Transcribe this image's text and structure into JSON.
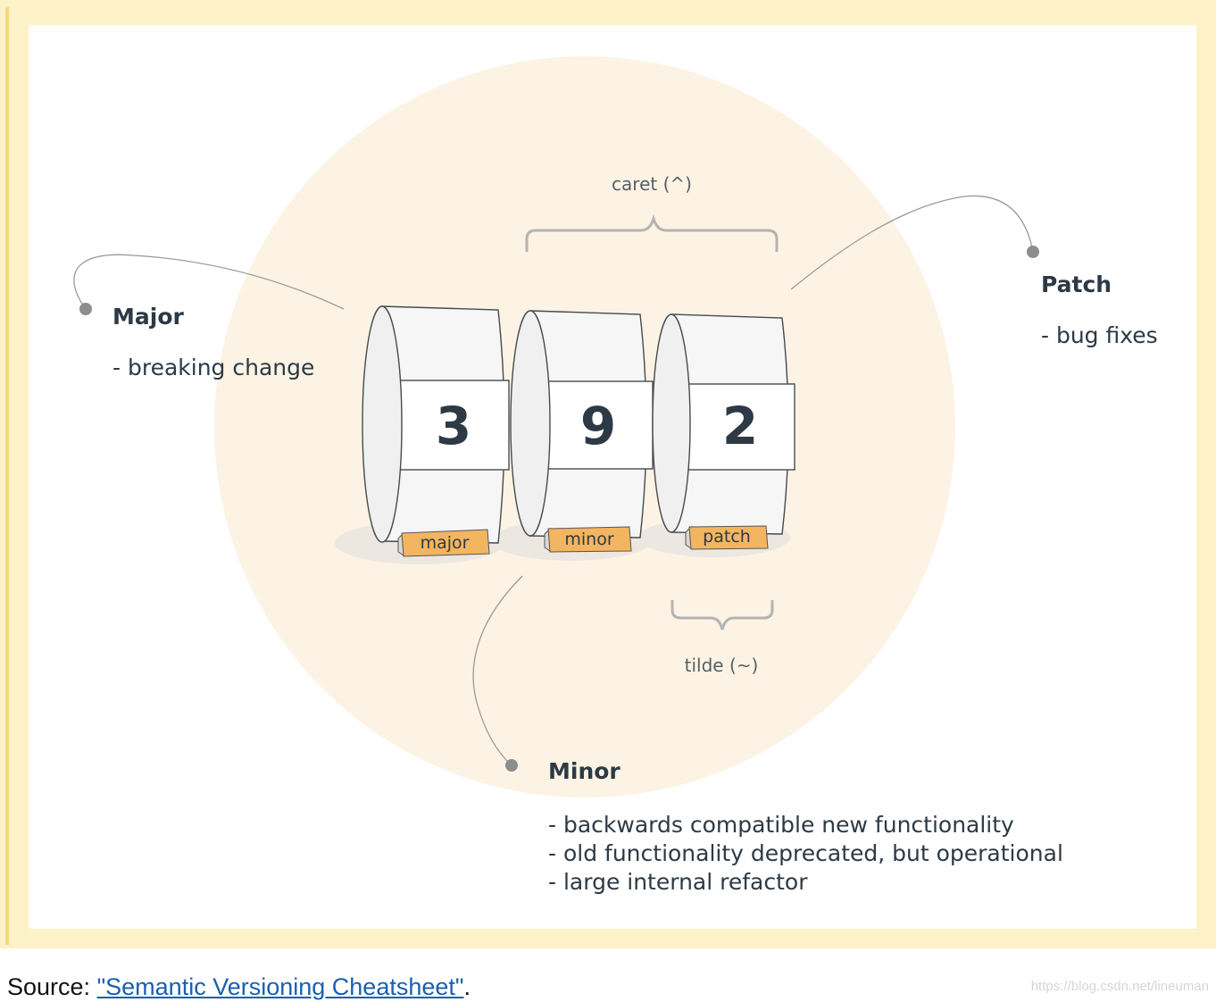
{
  "callouts": {
    "major": {
      "title": "Major",
      "lines": [
        "- breaking change"
      ]
    },
    "minor": {
      "title": "Minor",
      "lines": [
        "- backwards compatible new functionality",
        "- old functionality deprecated, but operational",
        "- large internal refactor"
      ]
    },
    "patch": {
      "title": "Patch",
      "lines": [
        "- bug fixes"
      ]
    }
  },
  "ranges": {
    "caret": "caret (^)",
    "tilde": "tilde (~)"
  },
  "drums": [
    {
      "digit": "3",
      "tag": "major"
    },
    {
      "digit": "9",
      "tag": "minor"
    },
    {
      "digit": "2",
      "tag": "patch"
    }
  ],
  "footer": {
    "prefix": "Source: ",
    "link_text": "\"Semantic Versioning Cheatsheet\"",
    "suffix": "."
  },
  "watermark": "https://blog.csdn.net/lineuman",
  "colors": {
    "frame": "#fdf1c7",
    "circle": "#fdf3e4",
    "tag": "#f4b560",
    "text": "#2d3a45"
  }
}
